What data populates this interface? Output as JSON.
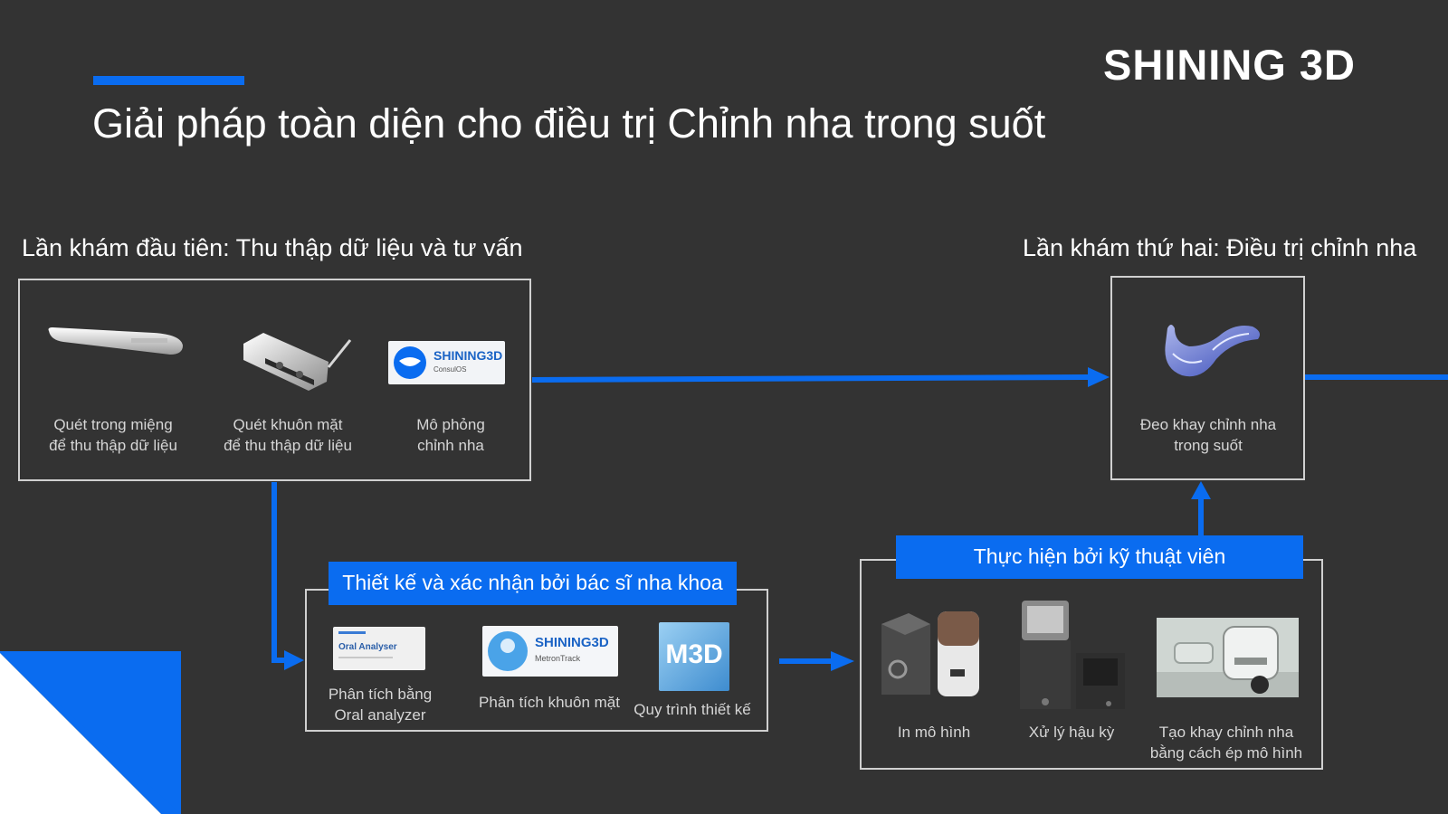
{
  "brand": "SHINING 3D",
  "title": "Giải pháp toàn diện cho điều trị Chỉnh nha trong suốt",
  "colors": {
    "background": "#333333",
    "accent": "#0a6cf0",
    "text": "#ffffff",
    "caption": "#d6d6d6"
  },
  "first_visit": {
    "label": "Lần khám đầu tiên: Thu thập dữ liệu và tư vấn",
    "items": [
      {
        "caption_1": "Quét trong miệng",
        "caption_2": "để thu thập dữ liệu"
      },
      {
        "caption_1": "Quét khuôn mặt",
        "caption_2": "để thu thập dữ liệu"
      },
      {
        "caption_1": "Mô phỏng",
        "caption_2": "chỉnh nha",
        "logo_brand": "SHINING3D",
        "logo_product": "ConsulOS"
      }
    ]
  },
  "second_visit": {
    "label": "Lần khám thứ hai: Điều trị chỉnh nha",
    "item": {
      "caption_1": "Đeo khay chỉnh nha",
      "caption_2": "trong suốt"
    }
  },
  "design": {
    "banner": "Thiết kế và xác nhận bởi bác sĩ nha khoa",
    "items": [
      {
        "caption_1": "Phân tích bằng",
        "caption_2": "Oral analyzer",
        "logo_text": "Oral Analyser"
      },
      {
        "caption_1": "Phân tích khuôn mặt",
        "logo_brand": "SHINING3D",
        "logo_product": "MetronTrack"
      },
      {
        "caption_1": "Quy trình thiết kế",
        "logo_text": "M3D"
      }
    ]
  },
  "technician": {
    "banner": "Thực hiện bởi kỹ thuật viên",
    "items": [
      {
        "caption_1": "In mô hình"
      },
      {
        "caption_1": "Xử lý hậu kỳ"
      },
      {
        "caption_1": "Tạo khay chỉnh nha",
        "caption_2": "bằng cách ép mô hình"
      }
    ]
  }
}
